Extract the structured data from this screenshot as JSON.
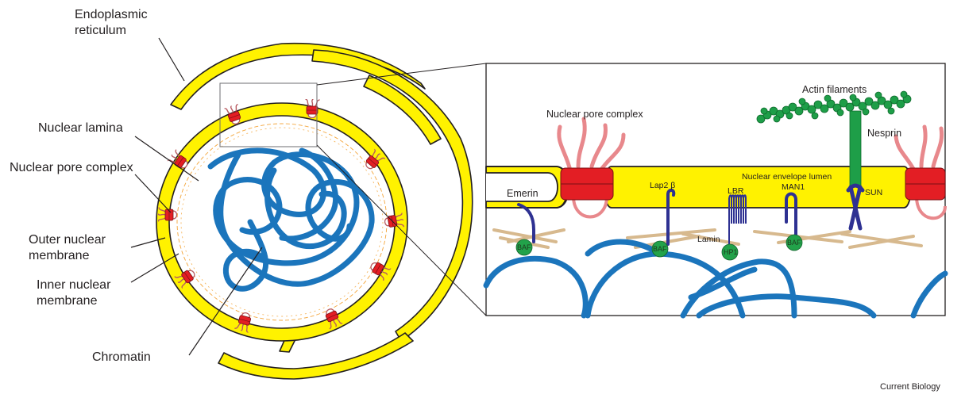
{
  "overview_labels": {
    "er": [
      "Endoplasmic",
      "reticulum"
    ],
    "lamina": "Nuclear lamina",
    "npc": "Nuclear pore complex",
    "onm": [
      "Outer nuclear",
      "membrane"
    ],
    "inm": [
      "Inner nuclear",
      "membrane"
    ],
    "chromatin": "Chromatin"
  },
  "detail_labels": {
    "npc": "Nuclear pore complex",
    "actin": "Actin filaments",
    "nesprin": "Nesprin",
    "lumen": "Nuclear envelope lumen",
    "emerin": "Emerin",
    "lap2b": "Lap2 β",
    "lbr": "LBR",
    "man1": "MAN1",
    "sun": "SUN",
    "lamin": "Lamin",
    "baf1": "BAF",
    "baf2": "BAF",
    "hp1": "HP1",
    "baf3": "BAF"
  },
  "credit": "Current Biology",
  "colors": {
    "membrane_fill": "#fff200",
    "membrane_stroke": "#231f20",
    "chromatin": "#1b75bc",
    "pore": "#e31e24",
    "pore_filament": "#e8888c",
    "protein": "#2e3192",
    "actin": "#1e9e48",
    "lamin_fibers": "#d7b98e",
    "baf": "#22a24a"
  }
}
